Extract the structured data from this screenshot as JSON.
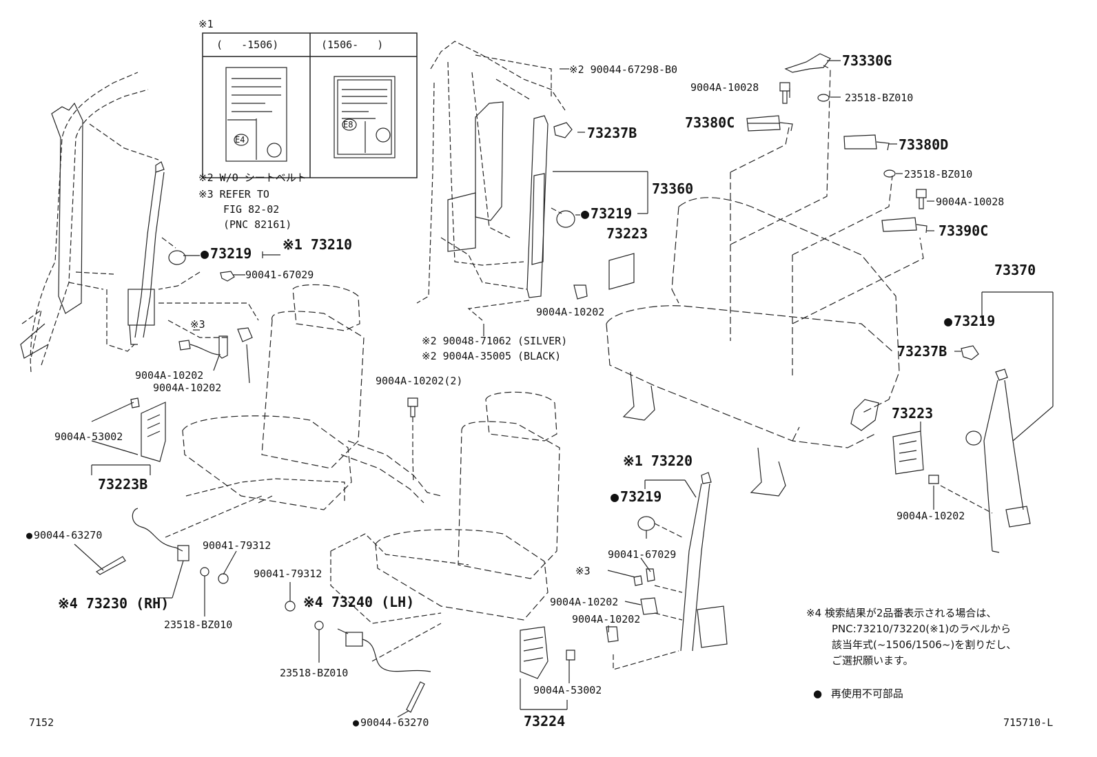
{
  "inset": {
    "marker": "※1",
    "col_left": "(   -1506)",
    "col_right": "(1506-   )",
    "badge_left": "E4",
    "badge_right": "E8"
  },
  "notes_top": {
    "n2": "※2 W/O シートベルト",
    "n3a": "※3 REFER TO",
    "n3b": "FIG 82-02",
    "n3c": "(PNC 82161)"
  },
  "labels": {
    "p73219_a": "73219",
    "p73210": "※1 73210",
    "p90041_67029_a": "90041-67029",
    "ref3_a": "※3",
    "p9004A_10202_a": "9004A-10202",
    "p9004A_10202_b": "9004A-10202",
    "p9004A_53002_a": "9004A-53002",
    "p73223B": "73223B",
    "p90044_63270_a": "90044-63270",
    "p90041_79312_a": "90041-79312",
    "p73230": "※4 73230 (RH)",
    "p23518_a": "23518-BZ010",
    "p90041_79312_b": "90041-79312",
    "p73240": "※4 73240 (LH)",
    "p23518_b": "23518-BZ010",
    "p90044_63270_b": "90044-63270",
    "p9004A_10202_2": "9004A-10202(2)",
    "p90044_67298": "※2 90044-67298-B0",
    "p73237B_a": "73237B",
    "p73360": "73360",
    "p73219_b": "73219",
    "p73223_a": "73223",
    "p9004A_10202_c": "9004A-10202",
    "p90048_71062": "※2 90048-71062 (SILVER)",
    "p9004A_35005": "※2 9004A-35005 (BLACK)",
    "p73330G": "73330G",
    "p9004A_10028_a": "9004A-10028",
    "p23518_c": "23518-BZ010",
    "p73380C": "73380C",
    "p73380D": "73380D",
    "p23518_d": "23518-BZ010",
    "p9004A_10028_b": "9004A-10028",
    "p73390C": "73390C",
    "p73370": "73370",
    "p73219_c": "73219",
    "p73237B_b": "73237B",
    "p73223_b": "73223",
    "p9004A_10202_d": "9004A-10202",
    "p73220": "※1 73220",
    "p73219_d": "73219",
    "p90041_67029_b": "90041-67029",
    "ref3_b": "※3",
    "p9004A_10202_e": "9004A-10202",
    "p9004A_10202_f": "9004A-10202",
    "p9004A_53002_b": "9004A-53002",
    "p73224": "73224"
  },
  "footnote4": {
    "line1": "※4 検索結果が2品番表示される場合は、",
    "line2": "PNC:73210/73220(※1)のラベルから",
    "line3": "該当年式(~1506/1506~)を割りだし、",
    "line4": "ご選択願います。"
  },
  "legend": {
    "text": "再使用不可部品"
  },
  "footer": {
    "left": "7152",
    "right": "715710-L"
  }
}
